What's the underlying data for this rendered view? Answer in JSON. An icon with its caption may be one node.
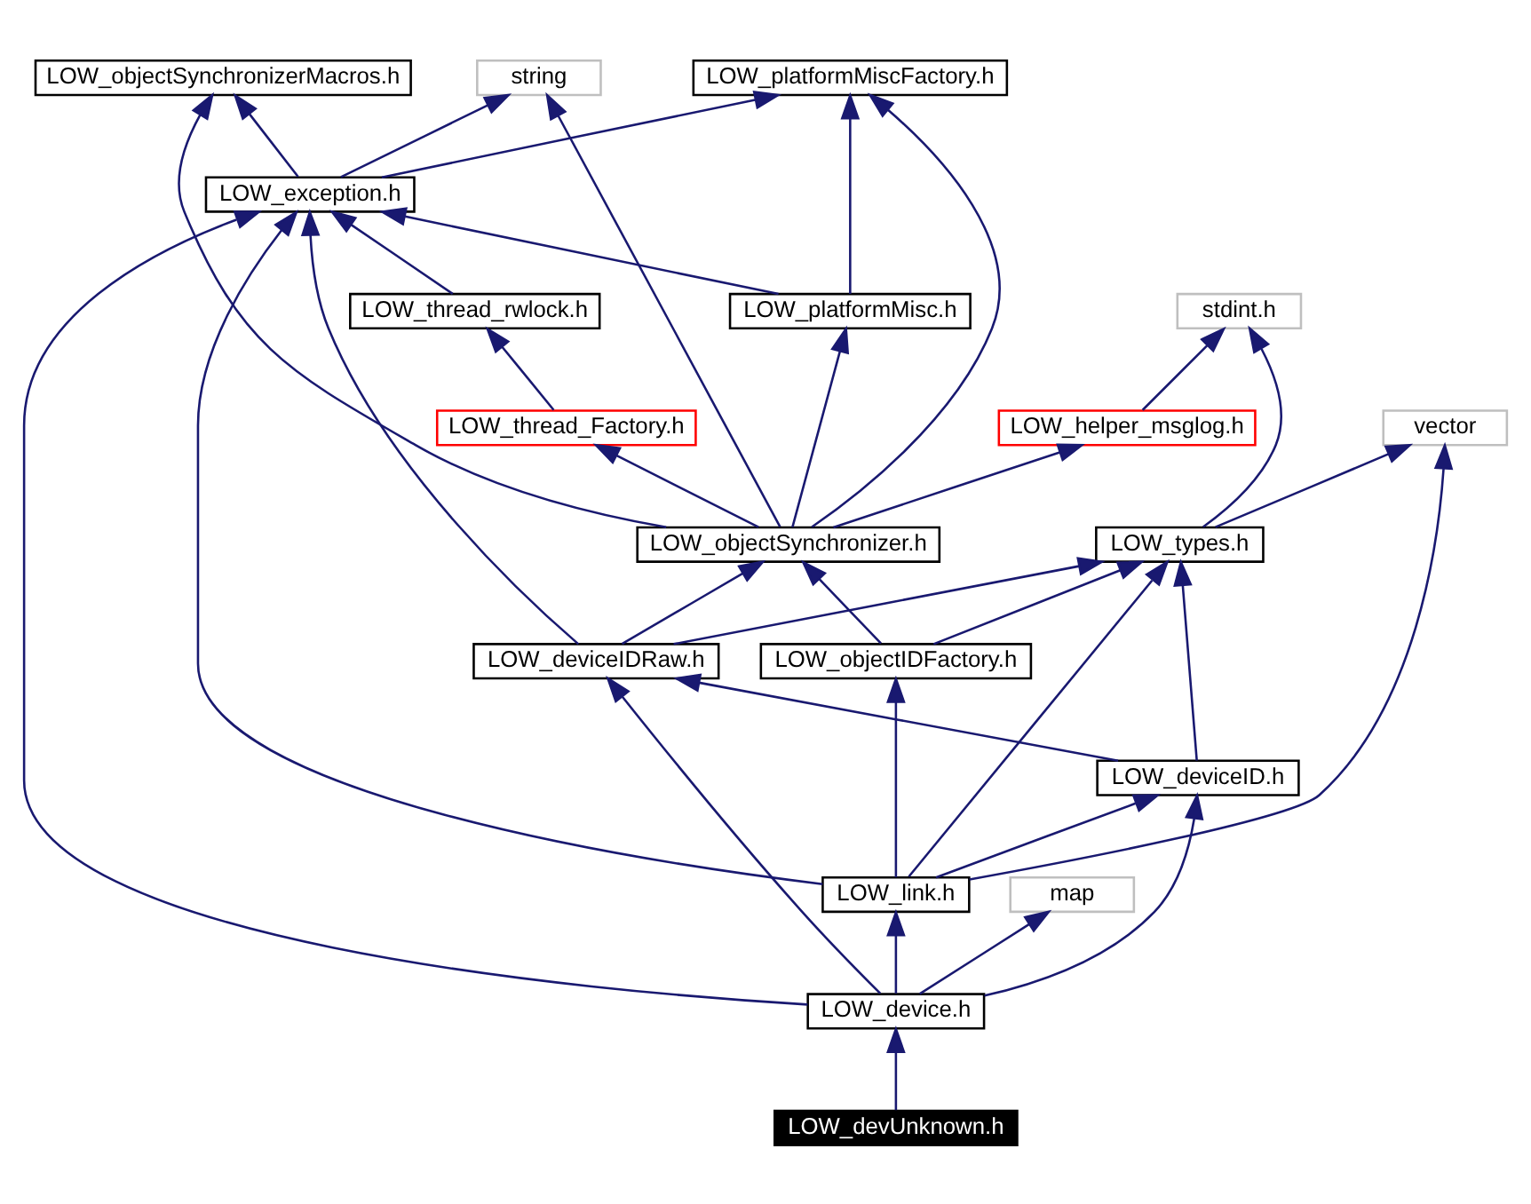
{
  "diagram": {
    "nodes": [
      {
        "text": [
          "LOW_objectSynchronizerMacros.h"
        ]
      },
      {
        "text": [
          "LOW_platformMiscFactory.h"
        ]
      },
      {
        "text": [
          "string"
        ]
      },
      {
        "text": [
          "LOW_exception.h"
        ]
      },
      {
        "text": [
          "stdint.h"
        ]
      },
      {
        "text": [
          "LOW_platformMisc.h"
        ]
      },
      {
        "text": [
          "LOW_thread_rwlock.h"
        ]
      },
      {
        "text": [
          "vector"
        ]
      },
      {
        "text": [
          "LOW_helper_msglog.h"
        ]
      },
      {
        "text": [
          "LOW_thread_Factory.h"
        ]
      },
      {
        "text": [
          "LOW_types.h"
        ]
      },
      {
        "text": [
          "LOW_objectSynchronizer.h"
        ]
      },
      {
        "text": [
          "LOW_objectIDFactory.h"
        ]
      },
      {
        "text": [
          "LOW_deviceIDRaw.h"
        ]
      },
      {
        "text": [
          "LOW_deviceID.h"
        ]
      },
      {
        "text": [
          "map"
        ]
      },
      {
        "text": [
          "LOW_link.h"
        ]
      },
      {
        "text": [
          "LOW_device.h"
        ]
      },
      {
        "text": [
          "LOW_devUnknown.h"
        ]
      }
    ],
    "edges": [
      {
        "from": 3,
        "to": 0,
        "arrow": "to"
      },
      {
        "from": 3,
        "to": 1,
        "arrow": "to"
      },
      {
        "from": 3,
        "to": 2,
        "arrow": "to"
      },
      {
        "from": 5,
        "to": 1,
        "arrow": "to"
      },
      {
        "from": 5,
        "to": 3,
        "arrow": "to"
      },
      {
        "from": 6,
        "to": 3,
        "arrow": "to"
      },
      {
        "from": 8,
        "to": 4,
        "arrow": "to"
      },
      {
        "from": 9,
        "to": 6,
        "arrow": "to"
      },
      {
        "from": 10,
        "to": 4,
        "arrow": "to"
      },
      {
        "from": 10,
        "to": 7,
        "arrow": "to"
      },
      {
        "from": 11,
        "to": 0,
        "arrow": "to"
      },
      {
        "from": 11,
        "to": 1,
        "arrow": "to"
      },
      {
        "from": 11,
        "to": 5,
        "arrow": "to"
      },
      {
        "from": 11,
        "to": 2,
        "arrow": "to"
      },
      {
        "from": 11,
        "to": 8,
        "arrow": "to"
      },
      {
        "from": 11,
        "to": 9,
        "arrow": "to"
      },
      {
        "from": 12,
        "to": 10,
        "arrow": "to"
      },
      {
        "from": 12,
        "to": 11,
        "arrow": "to"
      },
      {
        "from": 13,
        "to": 3,
        "arrow": "to"
      },
      {
        "from": 13,
        "to": 10,
        "arrow": "to"
      },
      {
        "from": 13,
        "to": 11,
        "arrow": "to"
      },
      {
        "from": 14,
        "to": 10,
        "arrow": "to"
      },
      {
        "from": 14,
        "to": 13,
        "arrow": "to"
      },
      {
        "from": 16,
        "to": 7,
        "arrow": "to"
      },
      {
        "from": 16,
        "to": 10,
        "arrow": "to"
      },
      {
        "from": 16,
        "to": 12,
        "arrow": "to"
      },
      {
        "from": 16,
        "to": 14,
        "arrow": "to"
      },
      {
        "from": 16,
        "to": 3,
        "arrow": "to"
      },
      {
        "from": 17,
        "to": 15,
        "arrow": "to"
      },
      {
        "from": 17,
        "to": 16,
        "arrow": "to"
      },
      {
        "from": 17,
        "to": 14,
        "arrow": "to"
      },
      {
        "from": 17,
        "to": 13,
        "arrow": "to"
      },
      {
        "from": 17,
        "to": 3,
        "arrow": "to"
      },
      {
        "from": 18,
        "to": 17,
        "arrow": "to"
      }
    ]
  }
}
